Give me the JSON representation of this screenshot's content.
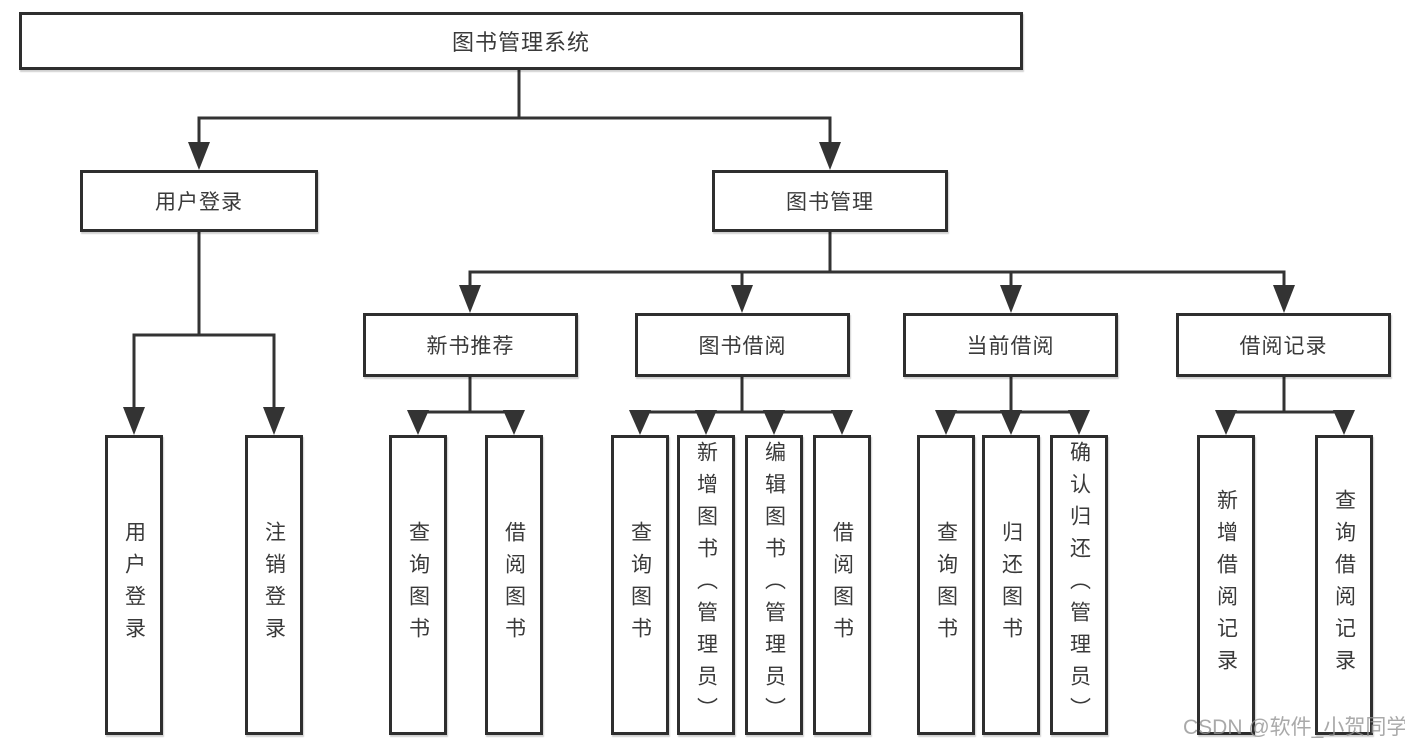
{
  "diagram_type": "hierarchy-tree",
  "watermark": "CSDN @软件_小贺同学",
  "colors": {
    "background": "#ffffff",
    "line": "#333333",
    "box_border": "#2e2e2e",
    "text": "#3a3a3a",
    "watermark": "#949494"
  },
  "tree": {
    "label": "图书管理系统",
    "children": [
      {
        "label": "用户登录",
        "children": [
          {
            "label": "用户登录"
          },
          {
            "label": "注销登录"
          }
        ]
      },
      {
        "label": "图书管理",
        "children": [
          {
            "label": "新书推荐",
            "children": [
              {
                "label": "查询图书"
              },
              {
                "label": "借阅图书"
              }
            ]
          },
          {
            "label": "图书借阅",
            "children": [
              {
                "label": "查询图书"
              },
              {
                "label": "新增图书（管理员）"
              },
              {
                "label": "编辑图书（管理员）"
              },
              {
                "label": "借阅图书"
              }
            ]
          },
          {
            "label": "当前借阅",
            "children": [
              {
                "label": "查询图书"
              },
              {
                "label": "归还图书"
              },
              {
                "label": "确认归还（管理员）"
              }
            ]
          },
          {
            "label": "借阅记录",
            "children": [
              {
                "label": "新增借阅记录"
              },
              {
                "label": "查询借阅记录"
              }
            ]
          }
        ]
      }
    ]
  }
}
